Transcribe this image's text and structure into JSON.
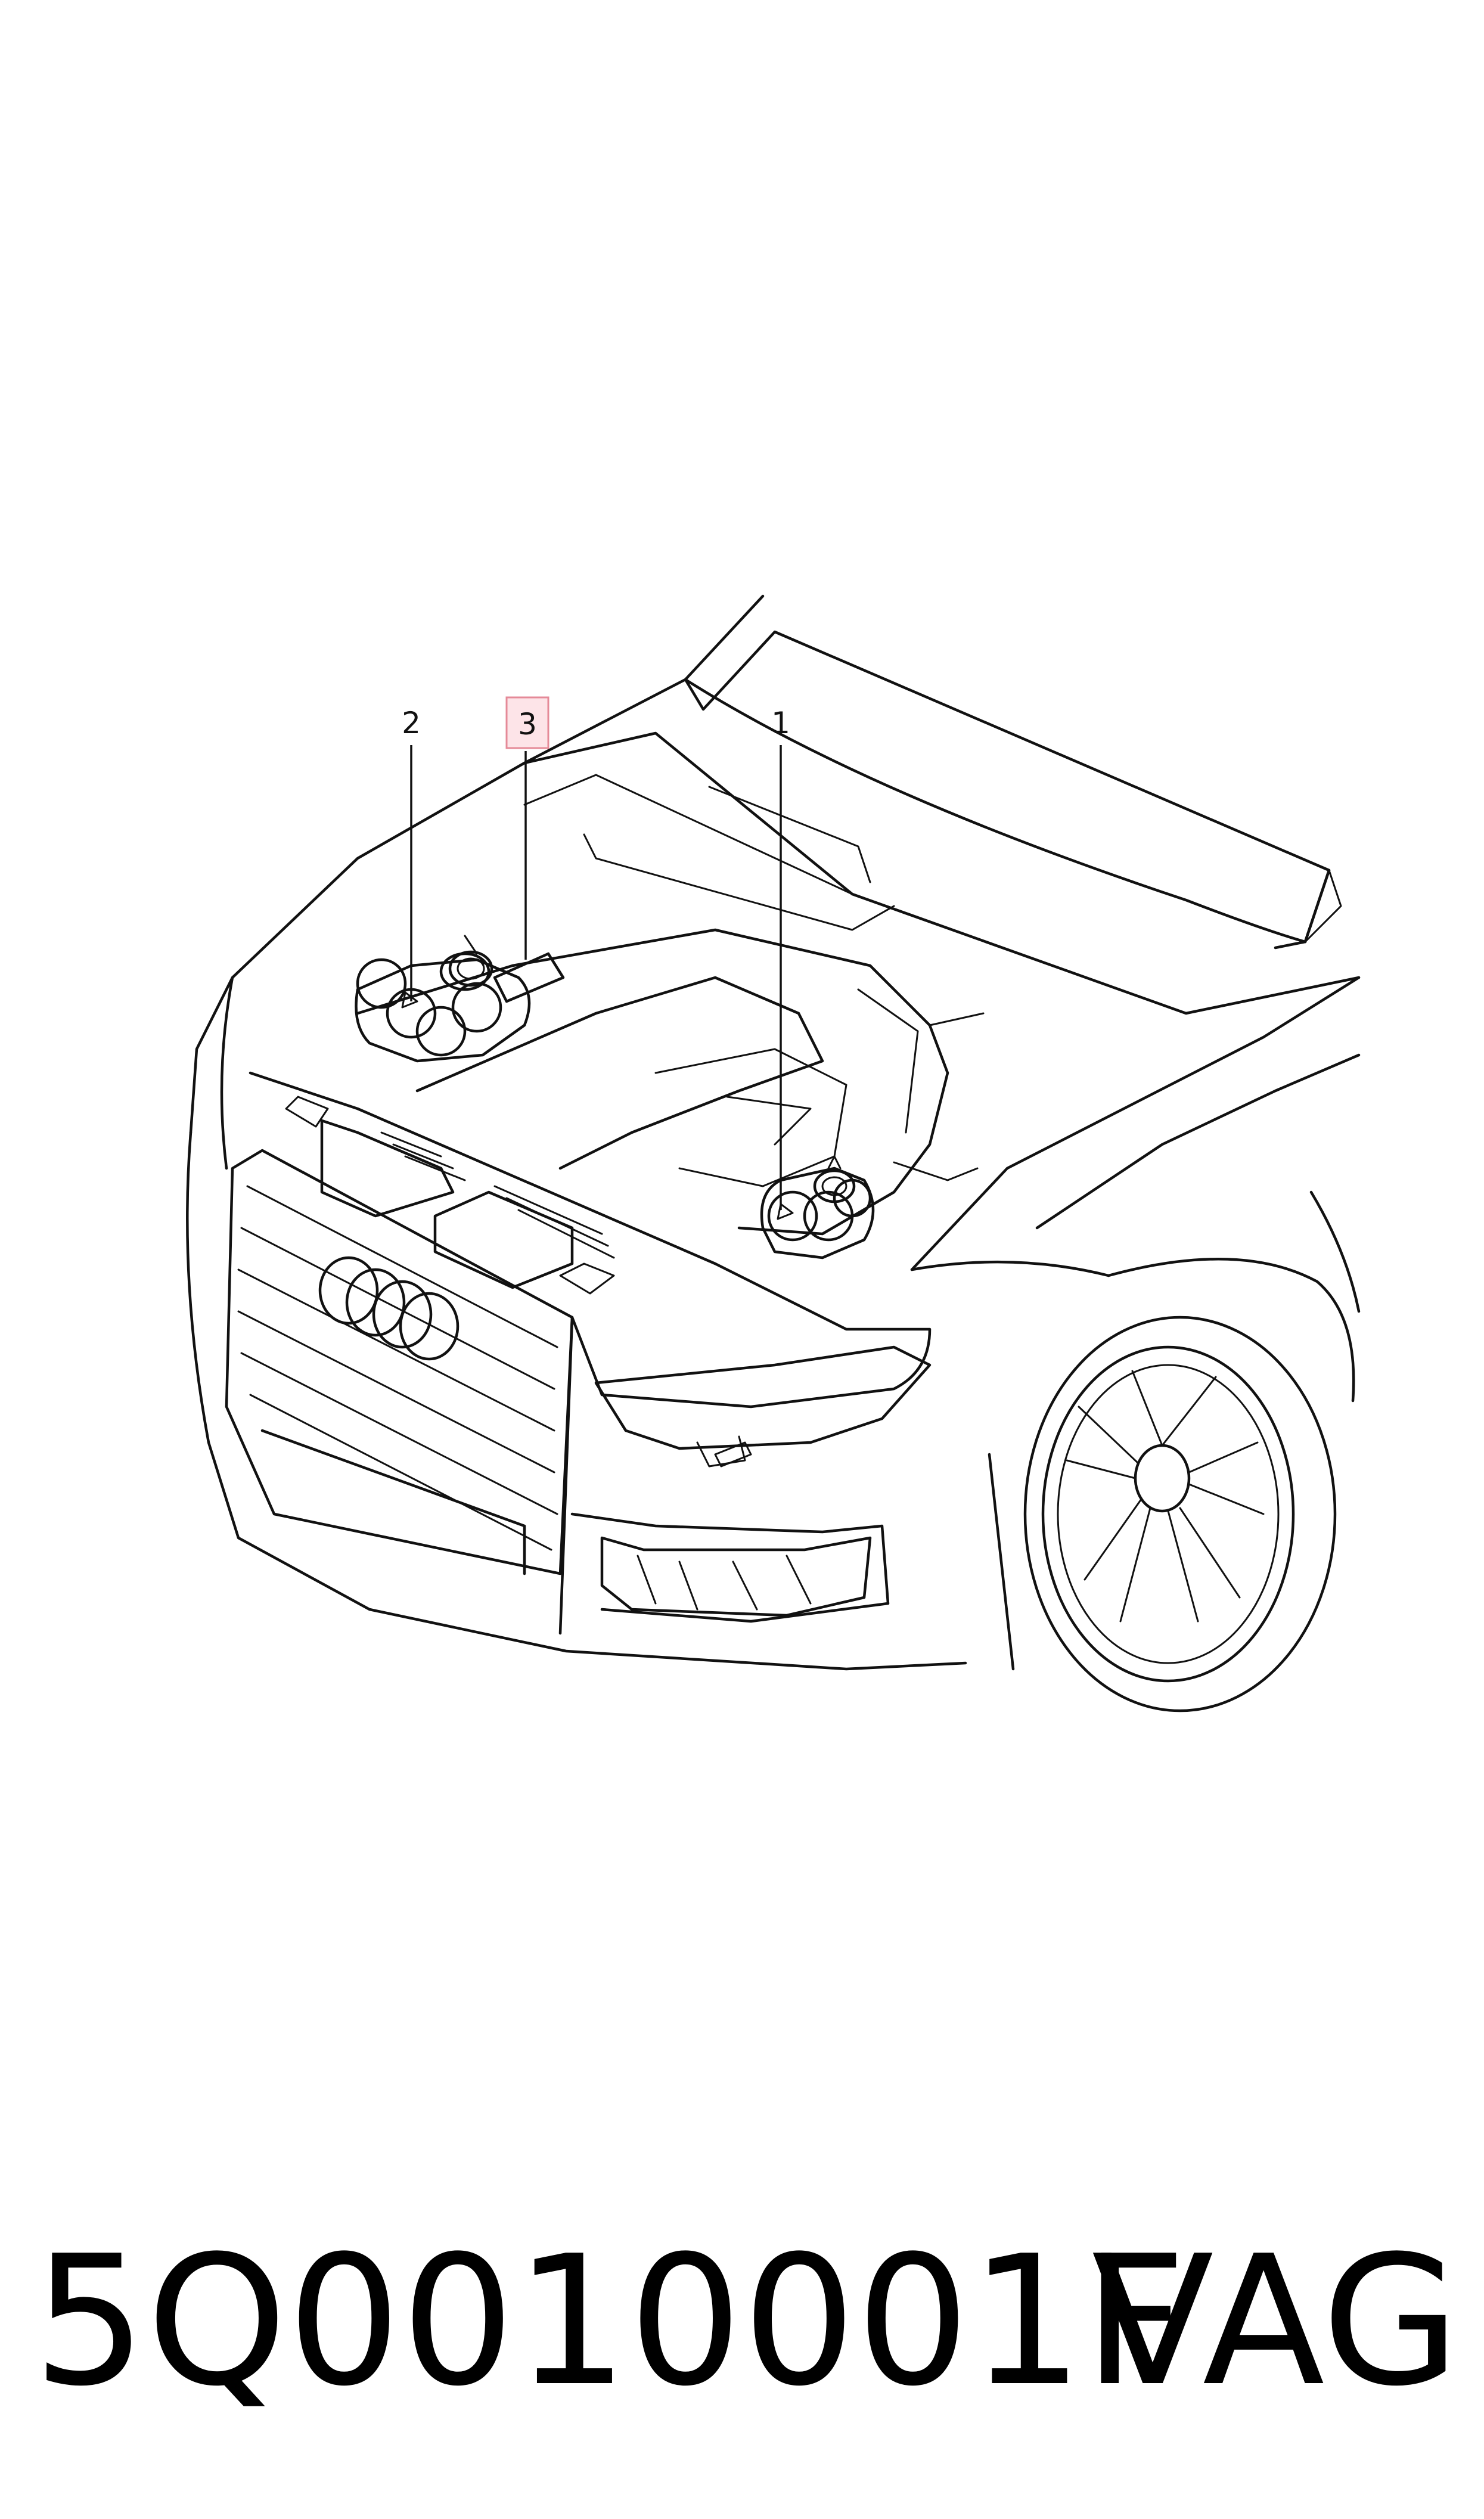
{
  "callouts": [
    {
      "label": "2",
      "highlighted": false
    },
    {
      "label": "3",
      "highlighted": true
    },
    {
      "label": "1",
      "highlighted": false
    }
  ],
  "highlight_color": "#fde4e8",
  "footer": {
    "part_number": "5Q0010001F",
    "brand": "VAG"
  }
}
